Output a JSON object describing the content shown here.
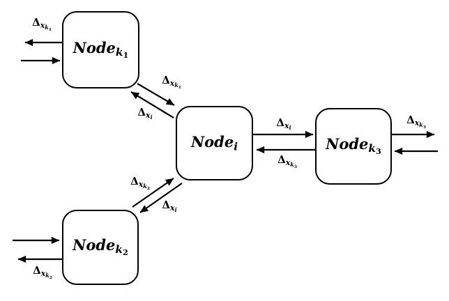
{
  "diagram": {
    "background_color": "#ffffff",
    "stroke_color": "#000000",
    "nodes": {
      "k1": {
        "parts": [
          "Node",
          "k",
          "1"
        ]
      },
      "i": {
        "parts": [
          "Node",
          "i"
        ]
      },
      "k3": {
        "parts": [
          "Node",
          "k",
          "3"
        ]
      },
      "k2": {
        "parts": [
          "Node",
          "k",
          "2"
        ]
      }
    },
    "edge_labels": {
      "k1_external_out": {
        "parts": [
          "Δ",
          "x",
          "k",
          "1"
        ]
      },
      "k1_to_i": {
        "parts": [
          "Δ",
          "x",
          "k",
          "1"
        ]
      },
      "i_to_k1": {
        "parts": [
          "Δ",
          "x",
          "i"
        ]
      },
      "i_to_k3": {
        "parts": [
          "Δ",
          "x",
          "i"
        ]
      },
      "k3_to_i": {
        "parts": [
          "Δ",
          "x",
          "k",
          "3"
        ]
      },
      "k3_external_out": {
        "parts": [
          "Δ",
          "x",
          "k",
          "3"
        ]
      },
      "k2_to_i": {
        "parts": [
          "Δ",
          "x",
          "k",
          "2"
        ]
      },
      "i_to_k2": {
        "parts": [
          "Δ",
          "x",
          "i"
        ]
      },
      "k2_external_out": {
        "parts": [
          "Δ",
          "x",
          "k",
          "2"
        ]
      }
    }
  }
}
